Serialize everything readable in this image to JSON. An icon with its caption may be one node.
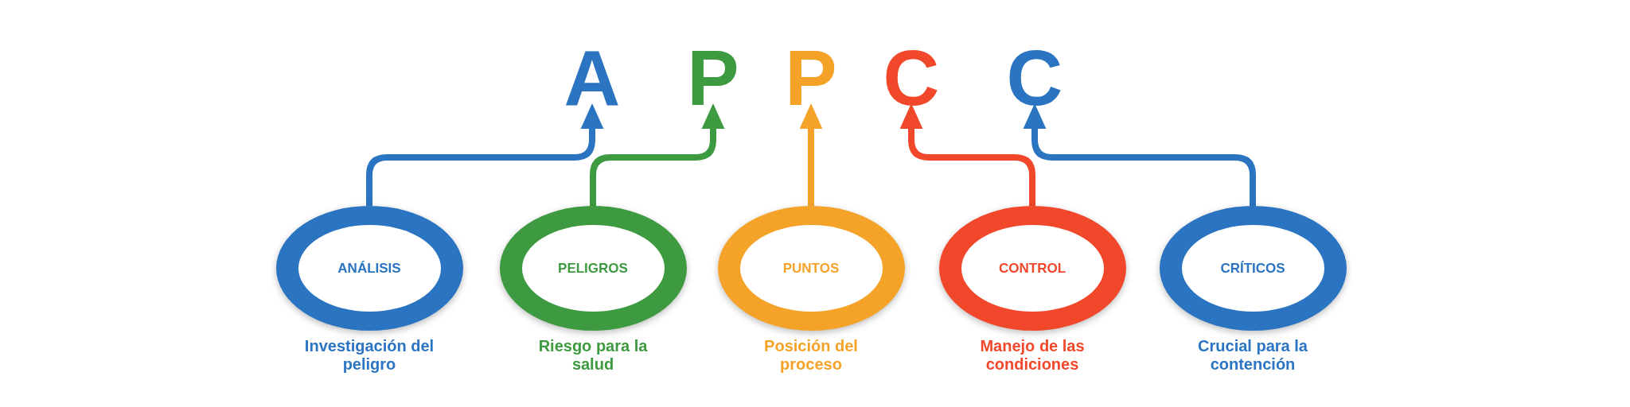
{
  "diagram": {
    "nodes": [
      {
        "text": [
          "A"
        ]
      },
      {
        "text": [
          "P"
        ]
      },
      {
        "text": [
          "P"
        ]
      },
      {
        "text": [
          "C"
        ]
      },
      {
        "text": [
          "C"
        ]
      },
      {
        "text": [
          "ANÁLISIS"
        ],
        "beside": [
          "Investigación del peligro"
        ]
      },
      {
        "text": [
          "PELIGROS"
        ],
        "beside": [
          "Riesgo para la salud"
        ]
      },
      {
        "text": [
          "PUNTOS"
        ],
        "beside": [
          "Posición del proceso"
        ]
      },
      {
        "text": [
          "CONTROL"
        ],
        "beside": [
          "Manejo de las condiciones"
        ]
      },
      {
        "text": [
          "CRÍTICOS"
        ],
        "beside": [
          "Crucial para la contención"
        ]
      }
    ],
    "edges": [
      {
        "from": 5,
        "to": 0,
        "arrow": "to"
      },
      {
        "from": 6,
        "to": 1,
        "arrow": "to",
        "color": "#3d9a40"
      },
      {
        "from": 7,
        "to": 2,
        "arrow": "to",
        "color": "#f5a328"
      },
      {
        "from": 8,
        "to": 3,
        "arrow": "to",
        "color": "#f1472b"
      },
      {
        "from": 9,
        "to": 4,
        "arrow": "to"
      }
    ]
  }
}
